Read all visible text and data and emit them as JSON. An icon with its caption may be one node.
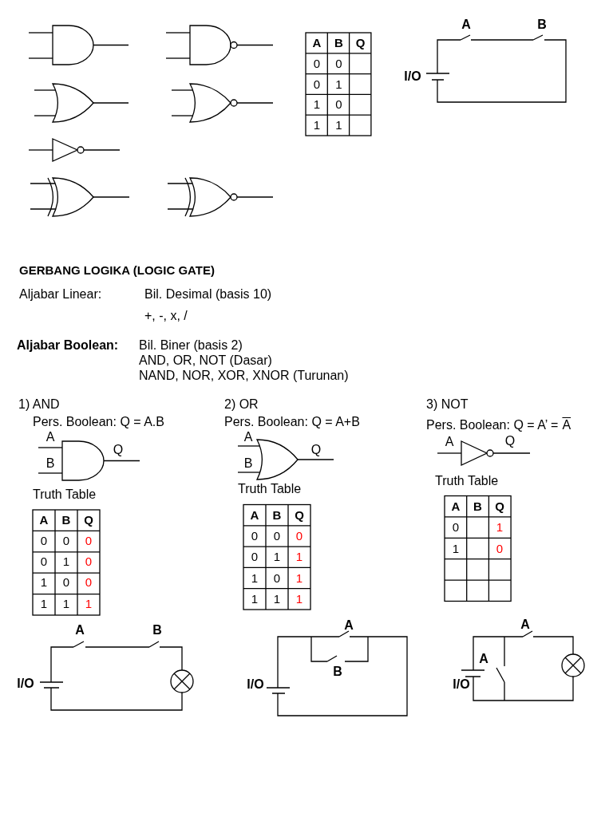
{
  "diagram": {
    "title": "GERBANG LOGIKA (LOGIC GATE)",
    "labels": [
      "A",
      "B",
      "Q",
      "0",
      "0",
      "0",
      "1",
      "1",
      "0",
      "1",
      "1",
      "A",
      "B",
      "I/O",
      "Aljabar Linear:",
      "Bil. Desimal (basis 10)",
      "+, -, x, /",
      "Aljabar Boolean:",
      "Bil. Biner (basis 2)",
      "AND, OR, NOT (Dasar)",
      "NAND, NOR, XOR, XNOR (Turunan)",
      "1) AND",
      "2) OR",
      "3) NOT",
      "Pers. Boolean: Q = A.B",
      "Pers. Boolean: Q = A+B",
      "Pers. Boolean: Q = A’ =",
      "A",
      "A",
      "B",
      "Q",
      "A",
      "B",
      "Q",
      "A",
      "Q",
      "Truth Table",
      "Truth Table",
      "Truth Table",
      "A",
      "B",
      "Q",
      "0",
      "0",
      "0",
      "0",
      "1",
      "0",
      "1",
      "0",
      "0",
      "1",
      "1",
      "1",
      "A",
      "B",
      "Q",
      "0",
      "0",
      "0",
      "0",
      "1",
      "1",
      "1",
      "0",
      "1",
      "1",
      "1",
      "1",
      "A",
      "B",
      "Q",
      "0",
      "1",
      "1",
      "0",
      "A",
      "B",
      "I/O",
      "A",
      "B",
      "I/O",
      "A",
      "A",
      "I/O"
    ]
  }
}
